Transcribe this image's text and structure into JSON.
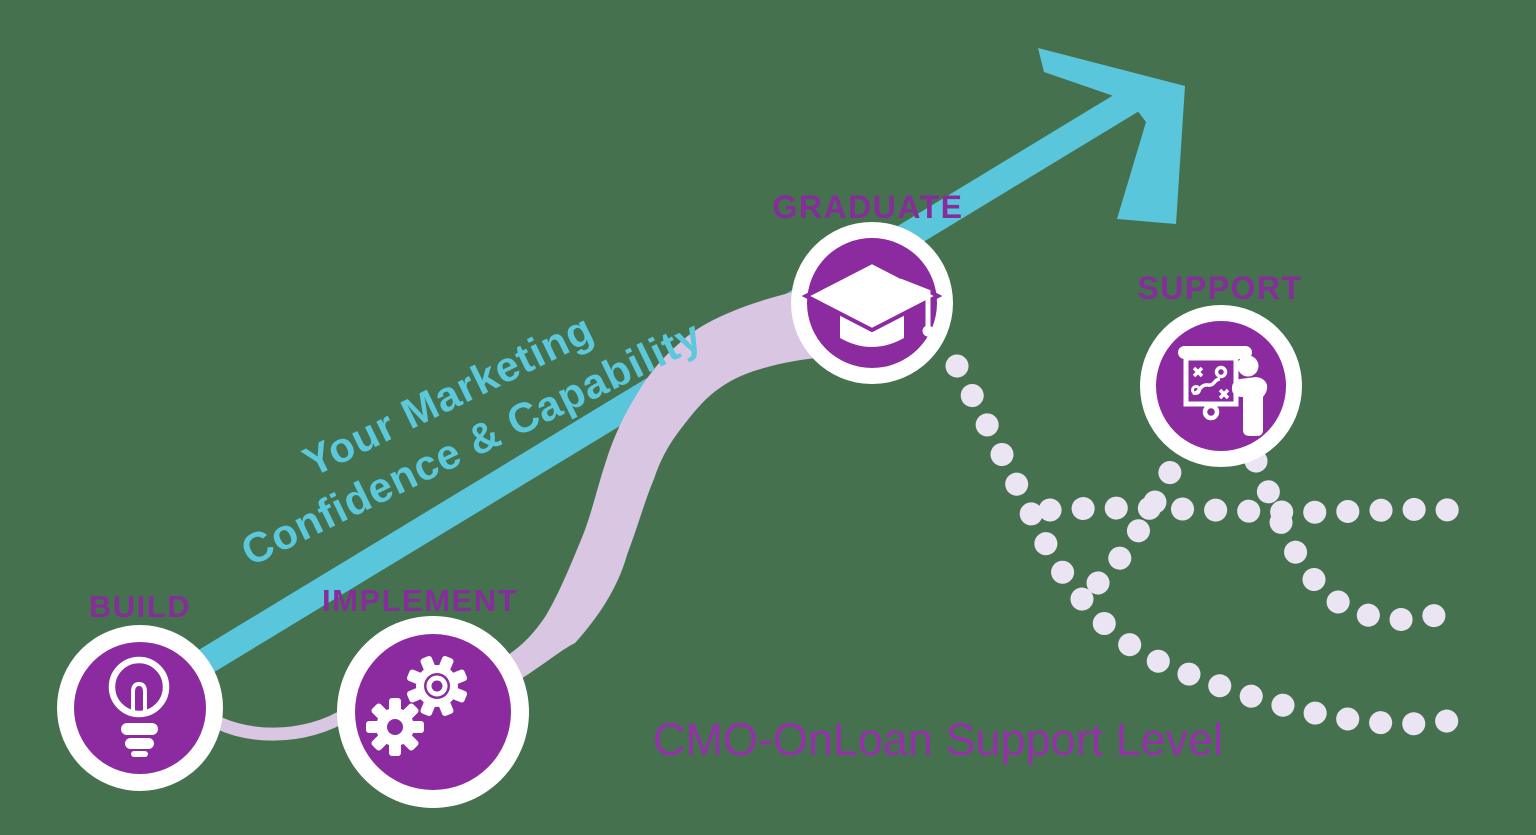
{
  "title": "CMO-OnLoan marketing journey diagram",
  "stages": [
    {
      "id": "build",
      "label": "BUILD",
      "icon": "lightbulb-icon"
    },
    {
      "id": "implement",
      "label": "IMPLEMENT",
      "icon": "gears-icon"
    },
    {
      "id": "graduate",
      "label": "GRADUATE",
      "icon": "graduation-cap-icon"
    },
    {
      "id": "support",
      "label": "SUPPORT",
      "icon": "strategy-presentation-icon"
    }
  ],
  "confidence_axis": {
    "line1": "Your Marketing",
    "line2": "Confidence & Capability"
  },
  "support_axis": {
    "label": "CMO-OnLoan Support Level"
  },
  "colors": {
    "background": "#46714F",
    "arrow_teal": "#5AC6DC",
    "circle_purple": "#8C2AA0",
    "label_purple": "#852E99",
    "support_label_purple": "#9431A9",
    "ribbon_lavender": "#D8C6E3",
    "dots_lavender": "#EBE4F3",
    "ring_white": "#FFFFFF"
  }
}
